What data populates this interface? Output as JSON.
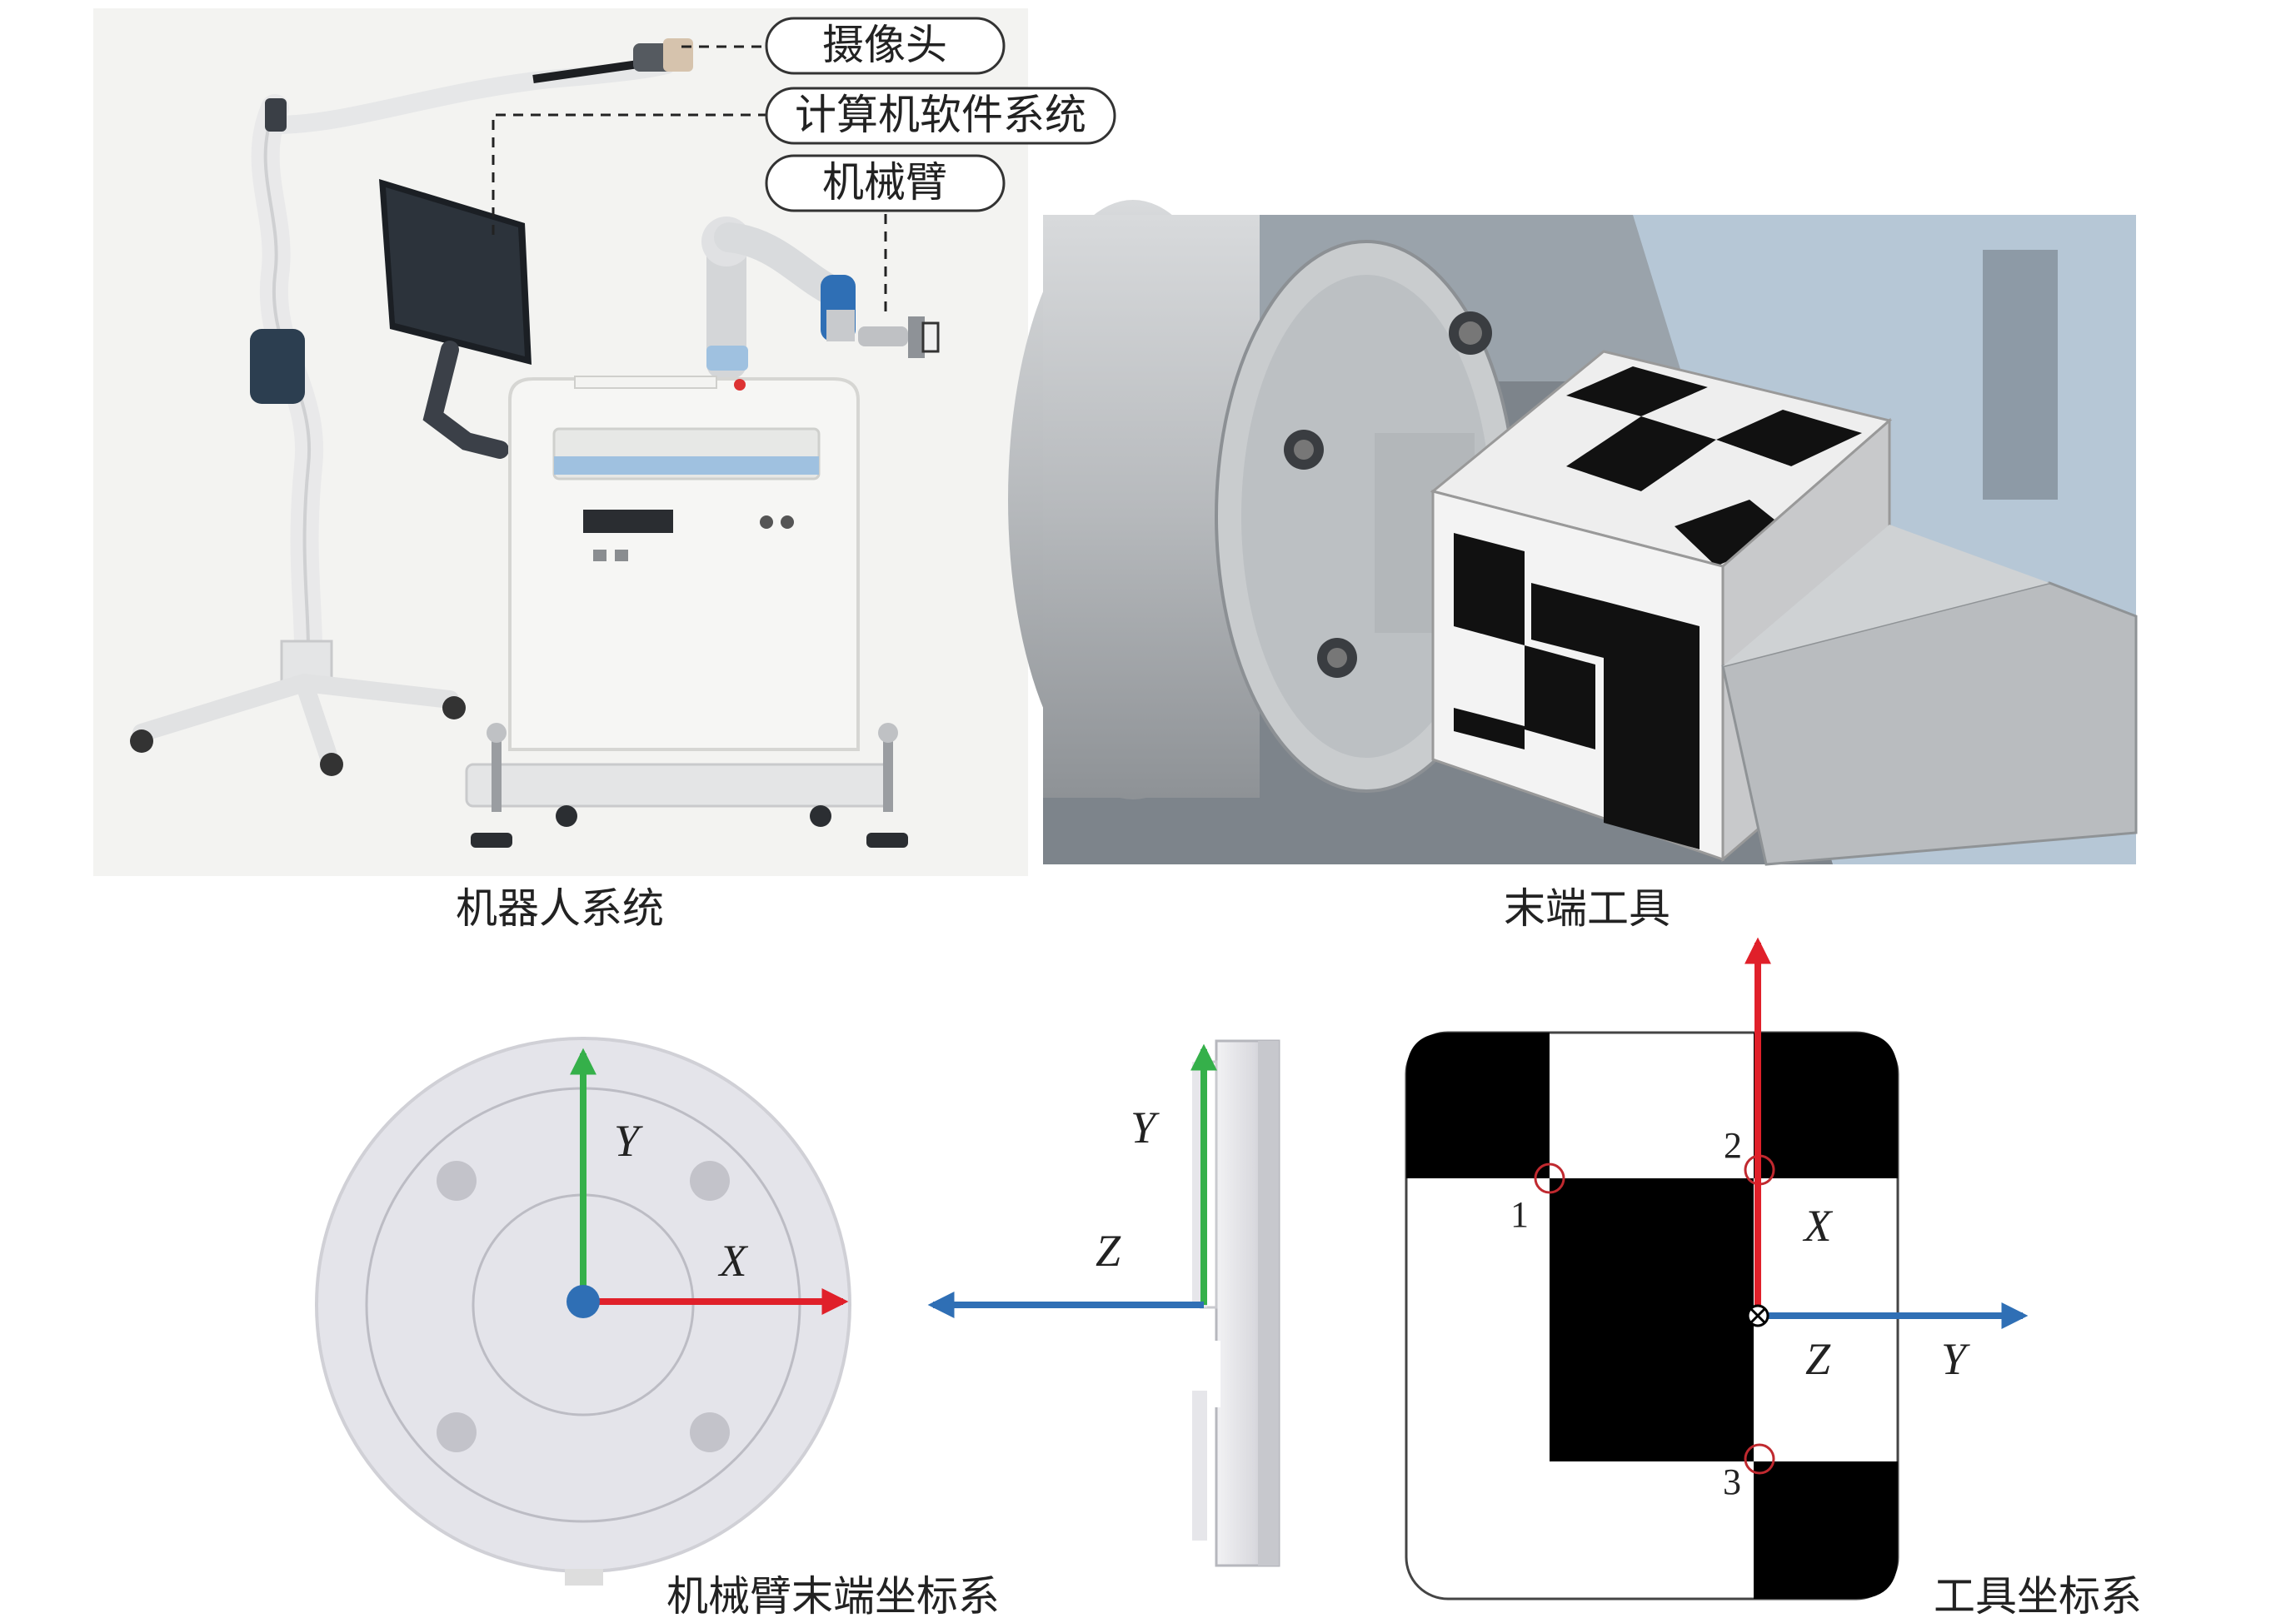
{
  "callouts": {
    "camera": "摄像头",
    "software": "计算机软件系统",
    "arm": "机械臂"
  },
  "captions": {
    "robot_system": "机器人系统",
    "end_tool": "末端工具",
    "arm_end_frame": "机械臂末端坐标系",
    "tool_frame": "工具坐标系"
  },
  "axes": {
    "flange_front": {
      "y": "Y",
      "x": "X"
    },
    "flange_side": {
      "y": "Y",
      "z": "Z"
    },
    "tool": {
      "x": "X",
      "y": "Y",
      "z": "Z"
    }
  },
  "points": [
    "1",
    "2",
    "3"
  ],
  "colors": {
    "x_axis": "#e0202a",
    "y_axis": "#35b04a",
    "z_axis": "#2f6fb5",
    "origin_dot": "#2f6fb5",
    "marker_ring": "#c0292f"
  }
}
